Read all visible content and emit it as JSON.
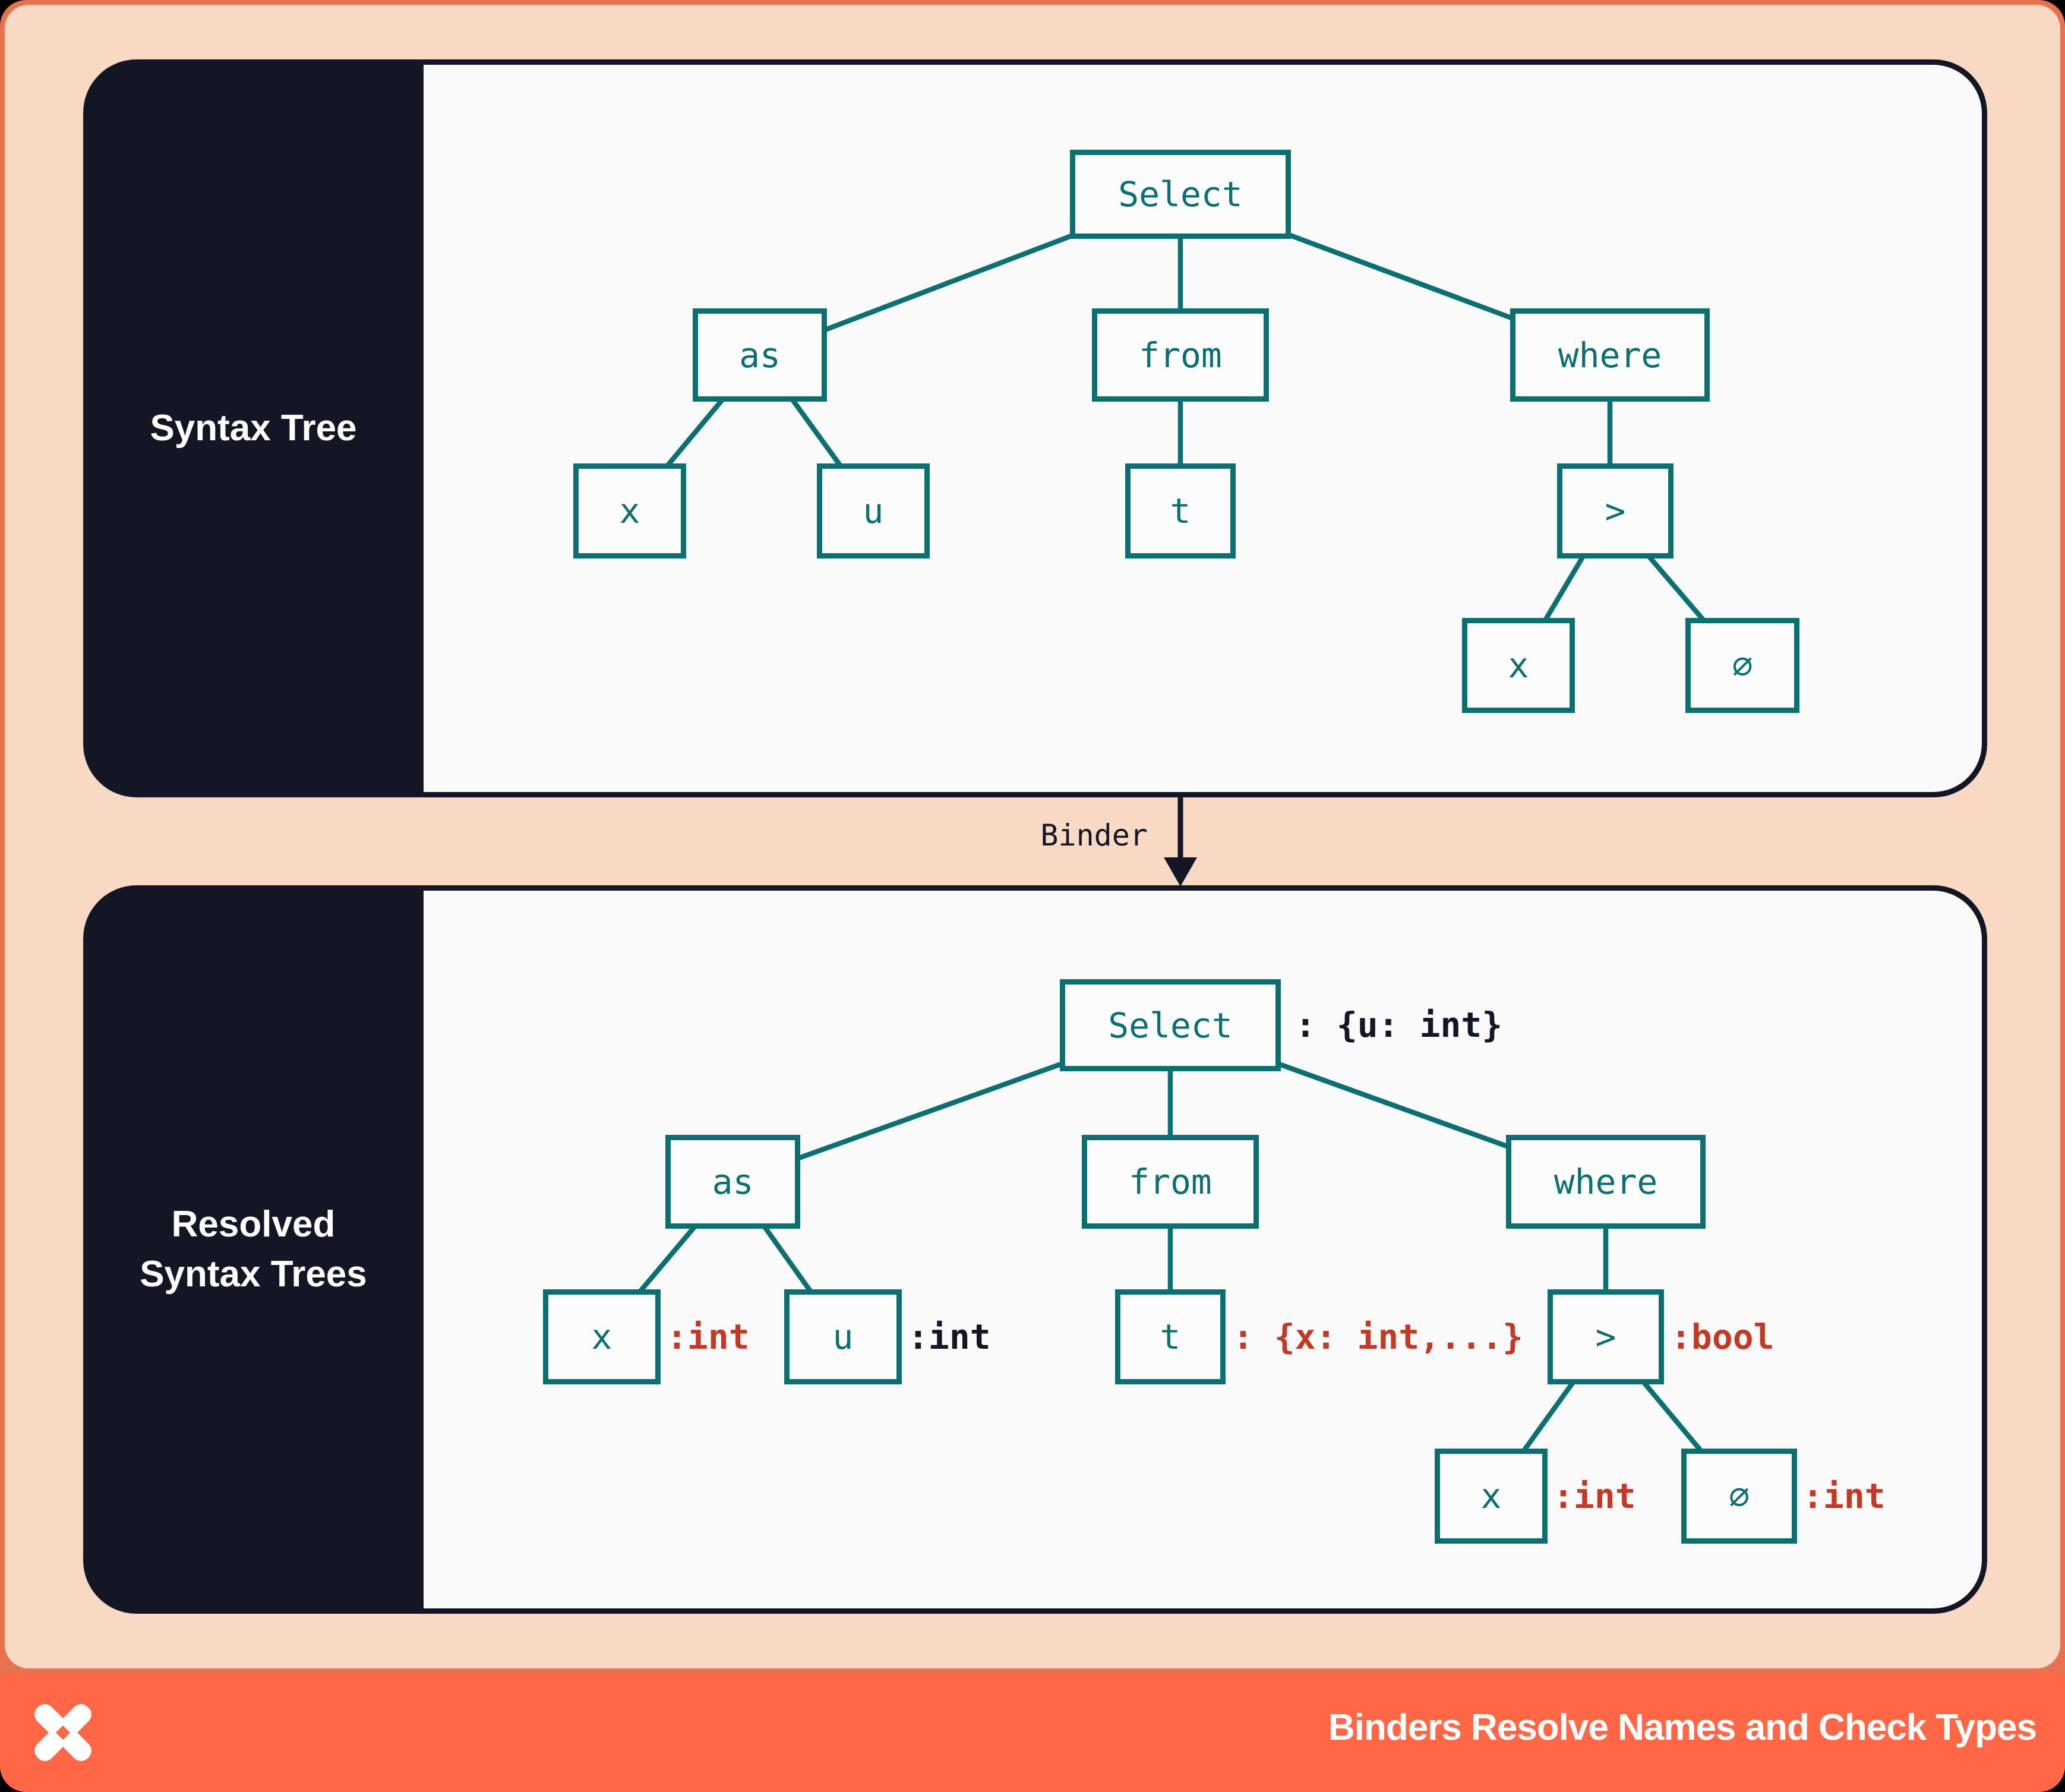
{
  "colors": {
    "frame_orange": "#E8724E",
    "peach_background": "#F8DAC4",
    "panel_navy": "#131725",
    "content_light": "#FAFAFB",
    "node_teal": "#0C6F72",
    "type_red": "#C23A26",
    "footer_orange": "#FF6746",
    "text_white": "#FFFFFF"
  },
  "panels": [
    {
      "sidebar_label": "Syntax Tree"
    },
    {
      "sidebar_label": "Resolved\nSyntax Trees"
    }
  ],
  "binder": {
    "label": "Binder"
  },
  "trees": {
    "syntax": {
      "nodes": [
        {
          "label": "Select"
        },
        {
          "label": "as"
        },
        {
          "label": "from"
        },
        {
          "label": "where"
        },
        {
          "label": "x"
        },
        {
          "label": "u"
        },
        {
          "label": "t"
        },
        {
          "label": ">"
        },
        {
          "label": "x"
        },
        {
          "label": "∅"
        }
      ]
    },
    "resolved": {
      "nodes": [
        {
          "label": "Select",
          "annotation": ": {u: int}"
        },
        {
          "label": "as"
        },
        {
          "label": "from"
        },
        {
          "label": "where"
        },
        {
          "label": "x",
          "annotation": ":int"
        },
        {
          "label": "u",
          "annotation": ":int"
        },
        {
          "label": "t",
          "annotation": ": {x: int,...}"
        },
        {
          "label": ">",
          "annotation": ":bool"
        },
        {
          "label": "x",
          "annotation": ":int"
        },
        {
          "label": "∅",
          "annotation": ":int"
        }
      ]
    }
  },
  "footer": {
    "title": "Binders Resolve Names and Check Types",
    "logo": "pinwheel-x-logo"
  }
}
